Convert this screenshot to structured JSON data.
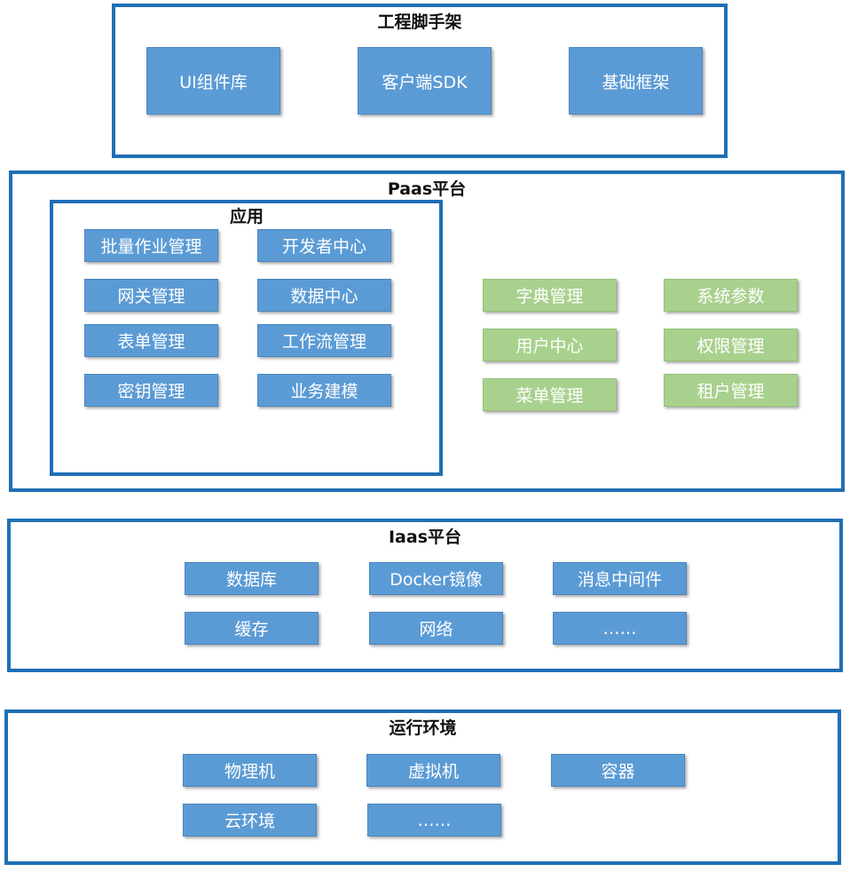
{
  "colors": {
    "border": "#1f6fb5",
    "blue_box": "#5b9bd5",
    "green_box": "#a9d18e",
    "box_text": "#ffffff",
    "title_text": "#111111"
  },
  "scaffold": {
    "title": "工程脚手架",
    "items": [
      "UI组件库",
      "客户端SDK",
      "基础框架"
    ]
  },
  "paas": {
    "title": "Paas平台",
    "app": {
      "title": "应用",
      "items": [
        "批量作业管理",
        "开发者中心",
        "网关管理",
        "数据中心",
        "表单管理",
        "工作流管理",
        "密钥管理",
        "业务建模"
      ]
    },
    "system_items": [
      "字典管理",
      "系统参数",
      "用户中心",
      "权限管理",
      "菜单管理",
      "租户管理"
    ]
  },
  "iaas": {
    "title": "Iaas平台",
    "items": [
      "数据库",
      "Docker镜像",
      "消息中间件",
      "缓存",
      "网络",
      "……"
    ]
  },
  "runtime": {
    "title": "运行环境",
    "items": [
      "物理机",
      "虚拟机",
      "容器",
      "云环境",
      "……"
    ]
  }
}
